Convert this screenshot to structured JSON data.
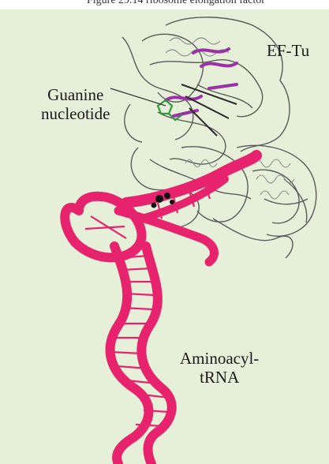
{
  "header": {
    "cropped_text": "Figure 29.14 ribosome elongation factor"
  },
  "labels": {
    "ef_tu": "EF-Tu",
    "guanine_line1": "Guanine",
    "guanine_line2": "nucleotide",
    "trna_line1": "Aminoacyl-",
    "trna_line2": "tRNA"
  },
  "colors": {
    "panel_bg": "#e6f0d8",
    "trna": "#e8236e",
    "protein_outline": "#555555",
    "helix_highlight": "#9b30a8",
    "nucleotide": "#2e9a3c"
  }
}
